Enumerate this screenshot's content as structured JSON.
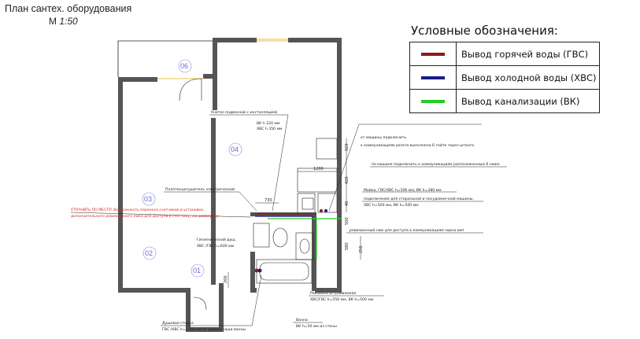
{
  "title": "План сантех. оборудования",
  "scale": {
    "prefix": "М",
    "value": "1:50"
  },
  "legend": {
    "title": "Условные обозначения:",
    "items": [
      {
        "label": "Вывод горячей воды (ГВС)",
        "color": "#8b1a1a"
      },
      {
        "label": "Вывод холодной воды (ХВС)",
        "color": "#1a1a8b"
      },
      {
        "label": "Вывод канализации (ВК)",
        "color": "#22cc22"
      }
    ]
  },
  "rooms": [
    "06",
    "04",
    "03",
    "02",
    "01"
  ],
  "notes": {
    "bidet_heater": "Унитаз подвесной  с инсталляцией",
    "bk_h": "ВК h 220 мм",
    "xvs_h": "ХВС h 350 мм",
    "sink_feed": "от машины подключить",
    "to_comm": "к коммуникациям розета выполнена 6 тайте через штанга",
    "wash_conn": "по машине подключить к коммуникациям расположенным 6 ниже",
    "sink": "Мойка, ГВС/ХВС h=506 мм, ВК h=380 мм",
    "dishwasher": "подключение для стиральной и посудомоечной машины,",
    "dishwasher2": "ХВС h=500 мм, ВК h=500 мм",
    "towel": "Полотенцесушитель электрический",
    "warn": "УТОЧНИТЬ ПО МЕСТУ! Возможность переноса счетчиков и установки",
    "warn2": "дополнительного ревизионного люка для доступа к счетчику, см. разверзку",
    "hatch": "ревизионный люк для доступа к коммуникациям зерна кип",
    "shower": "Гигиенический душ,",
    "shower2": "ХВС /ГВС h=600 мм",
    "washbasin": "Раковина встраиваемая",
    "washbasin2": "ХВС/ГВС h=550 мм, ВК h=500 мм",
    "bath": "Ванна",
    "bath2": "ВК h=50 мм из стены",
    "shower_cabin": "Душевая стойка",
    "shower_cabin2": "ГВС /ХВС  h=1100 мм от уровня чаши ванны"
  },
  "dims": {
    "d730": "730",
    "d1200": "1200",
    "d920": "920",
    "d420": "420",
    "d40": "40",
    "d250": "250",
    "d200": "200",
    "d580": "580",
    "d500": "500"
  }
}
